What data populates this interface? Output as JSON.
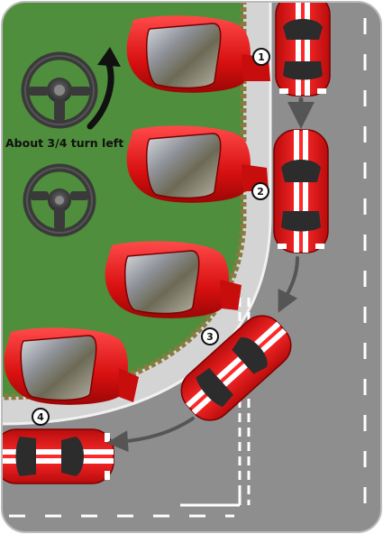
{
  "caption": "About 3/4 turn left",
  "steps": [
    "1",
    "2",
    "3",
    "4"
  ],
  "colors": {
    "road": "#8e8e8e",
    "grass": "#4f8e3c",
    "pavement": "#d4d4d4",
    "kerb": "#9a8a55",
    "car": "#e01919",
    "stripe": "#ffffff",
    "arrow": "#555555",
    "wheel": "#3a3a3a"
  },
  "icons": [
    "steering-wheel-icon",
    "turn-arrow-icon",
    "mirror-icon",
    "car-icon"
  ]
}
